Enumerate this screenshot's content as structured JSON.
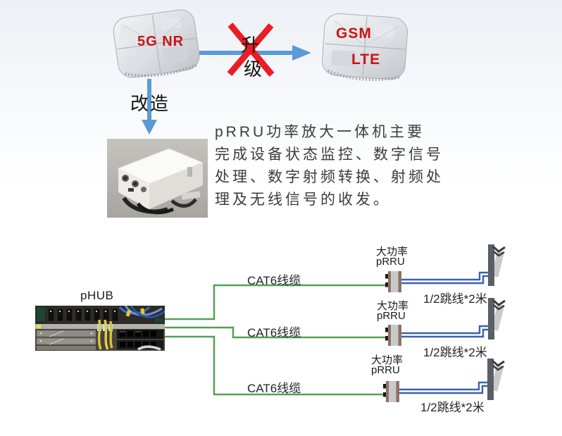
{
  "top": {
    "device_left_label": "5G NR",
    "device_right_label_top": "GSM",
    "device_right_label_bottom": "LTE",
    "upgrade_label_char1": "升",
    "upgrade_label_char2": "级",
    "retrofit_label": "改造",
    "description_lines": [
      "pRRU功率放大一体机主要",
      "完成设备状态监控、数字信号",
      "处理、数字射频转换、射频处",
      "理及无线信号的收发。"
    ]
  },
  "bottom": {
    "hub_label": "pHUB",
    "rows": [
      {
        "cable_label": "CAT6线缆",
        "unit_label_line1": "大功率",
        "unit_label_line2": "pRRU",
        "jumper_label": "1/2跳线*2米"
      },
      {
        "cable_label": "CAT6线缆",
        "unit_label_line1": "大功率",
        "unit_label_line2": "pRRU",
        "jumper_label": "1/2跳线*2米"
      },
      {
        "cable_label": "CAT6线缆",
        "unit_label_line1": "大功率",
        "unit_label_line2": "pRRU",
        "jumper_label": "1/2跳线*2米"
      }
    ]
  },
  "icons": {
    "device_left": "ceiling-ap-device",
    "device_right": "ceiling-ap-device",
    "cross": "red-x-no-upgrade",
    "prru_unit_photo": "white-power-amplifier-box-photo",
    "hub_photo": "rack-equipment-photo",
    "antenna": "panel-antenna",
    "prru_box": "prru-unit"
  },
  "colors": {
    "arrow_blue": "#5b9bd5",
    "cross_red": "#ec1c24",
    "label_red": "#cb1414",
    "cable_green": "#53a055",
    "jumper_blue": "#3a62ae",
    "antenna_grey": "#5a5f66",
    "prru_tan": "#8b7264",
    "text_dark": "#3c3c3c"
  }
}
